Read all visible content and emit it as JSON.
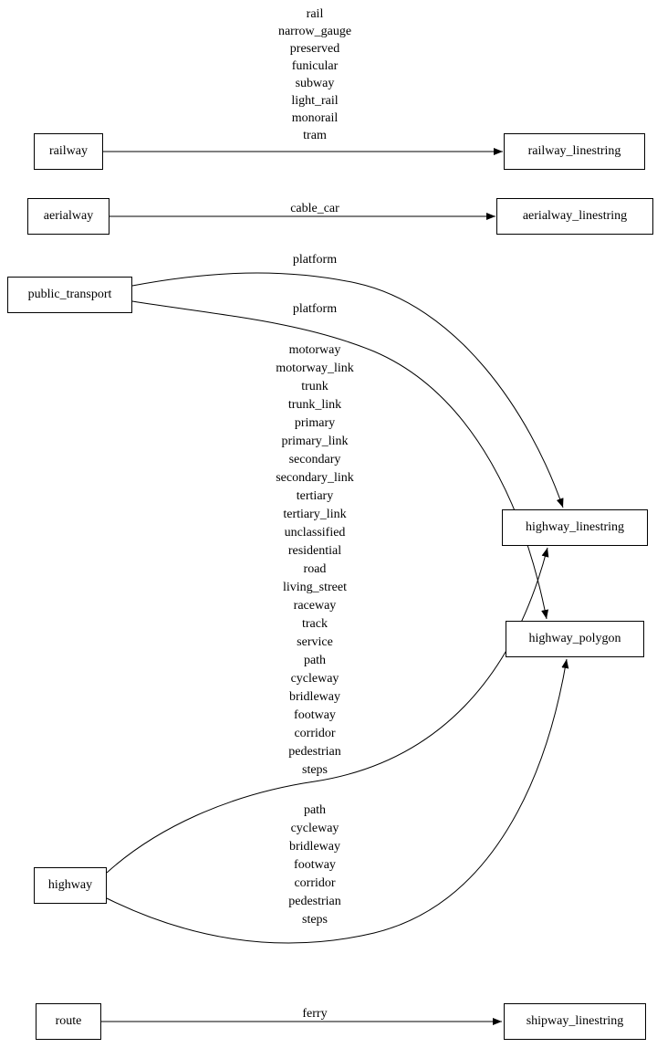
{
  "diagram": {
    "nodes": {
      "railway": {
        "label": "railway"
      },
      "railway_linestring": {
        "label": "railway_linestring"
      },
      "aerialway": {
        "label": "aerialway"
      },
      "aerialway_linestring": {
        "label": "aerialway_linestring"
      },
      "public_transport": {
        "label": "public_transport"
      },
      "highway_linestring": {
        "label": "highway_linestring"
      },
      "highway_polygon": {
        "label": "highway_polygon"
      },
      "highway": {
        "label": "highway"
      },
      "route": {
        "label": "route"
      },
      "shipway_linestring": {
        "label": "shipway_linestring"
      }
    },
    "edge_labels": {
      "railway_values": "rail\nnarrow_gauge\npreserved\nfunicular\nsubway\nlight_rail\nmonorail\ntram",
      "aerialway_values": "cable_car",
      "public_transport_linestring_values": "platform",
      "public_transport_polygon_values": "platform",
      "highway_linestring_values": "motorway\nmotorway_link\ntrunk\ntrunk_link\nprimary\nprimary_link\nsecondary\nsecondary_link\ntertiary\ntertiary_link\nunclassified\nresidential\nroad\nliving_street\nraceway\ntrack\nservice\npath\ncycleway\nbridleway\nfootway\ncorridor\npedestrian\nsteps",
      "highway_polygon_values": "path\ncycleway\nbridleway\nfootway\ncorridor\npedestrian\nsteps",
      "route_values": "ferry"
    }
  }
}
